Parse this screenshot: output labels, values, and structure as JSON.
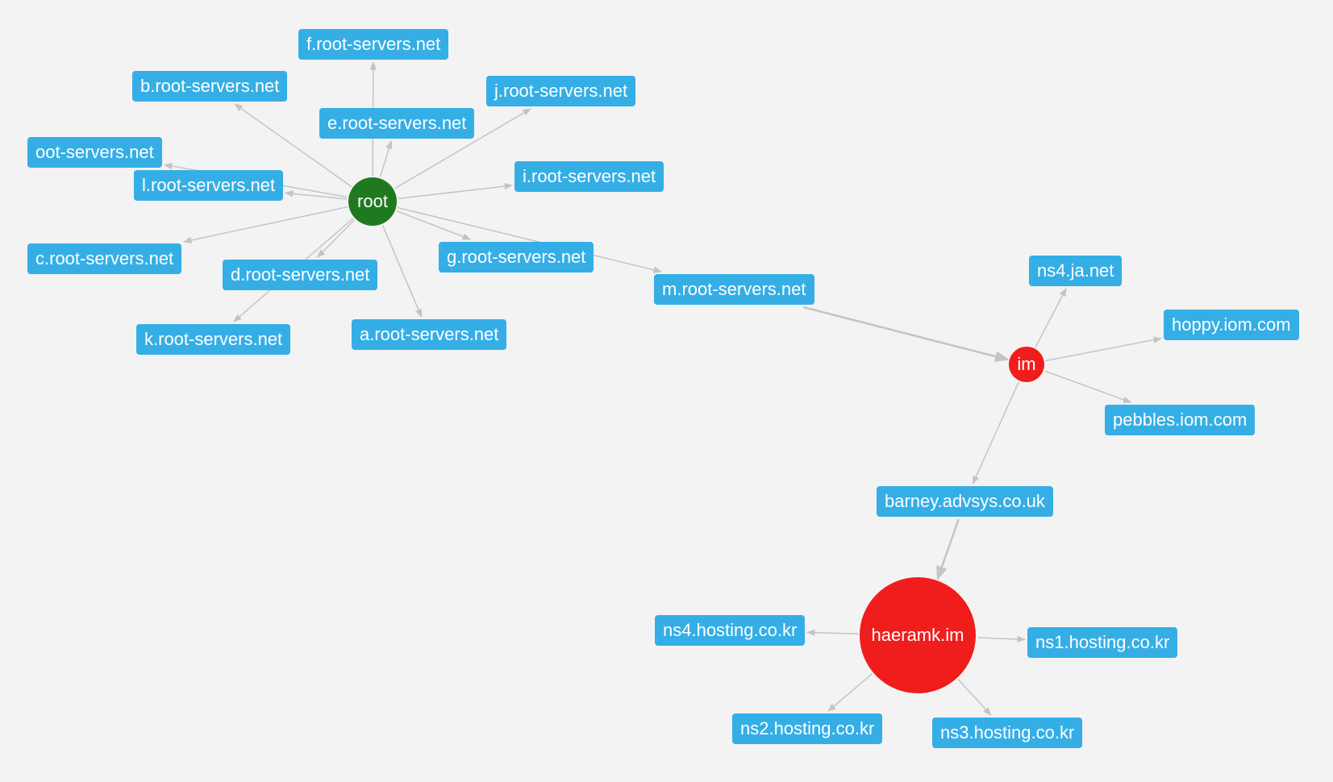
{
  "colors": {
    "background": "#f3f3f3",
    "label_fill": "#35aee6",
    "root_fill": "#1f7a1f",
    "im_fill": "#f01d1d",
    "target_fill": "#f01d1d",
    "edge": "#c4c4c4"
  },
  "root": {
    "label": "root"
  },
  "root_servers": [
    {
      "id": "f",
      "label": "f.root-servers.net"
    },
    {
      "id": "b",
      "label": "b.root-servers.net"
    },
    {
      "id": "j",
      "label": "j.root-servers.net"
    },
    {
      "id": "e",
      "label": "e.root-servers.net"
    },
    {
      "id": "h",
      "label": "oot-servers.net"
    },
    {
      "id": "l",
      "label": "l.root-servers.net"
    },
    {
      "id": "i",
      "label": "i.root-servers.net"
    },
    {
      "id": "c",
      "label": "c.root-servers.net"
    },
    {
      "id": "g",
      "label": "g.root-servers.net"
    },
    {
      "id": "d",
      "label": "d.root-servers.net"
    },
    {
      "id": "m",
      "label": "m.root-servers.net"
    },
    {
      "id": "k",
      "label": "k.root-servers.net"
    },
    {
      "id": "a",
      "label": "a.root-servers.net"
    }
  ],
  "im": {
    "label": "im"
  },
  "im_servers": [
    {
      "id": "ns4ja",
      "label": "ns4.ja.net"
    },
    {
      "id": "hoppy",
      "label": "hoppy.iom.com"
    },
    {
      "id": "pebbles",
      "label": "pebbles.iom.com"
    },
    {
      "id": "barney",
      "label": "barney.advsys.co.uk"
    }
  ],
  "target": {
    "label": "haeramk.im"
  },
  "target_servers": [
    {
      "id": "ns4h",
      "label": "ns4.hosting.co.kr"
    },
    {
      "id": "ns1h",
      "label": "ns1.hosting.co.kr"
    },
    {
      "id": "ns2h",
      "label": "ns2.hosting.co.kr"
    },
    {
      "id": "ns3h",
      "label": "ns3.hosting.co.kr"
    }
  ]
}
